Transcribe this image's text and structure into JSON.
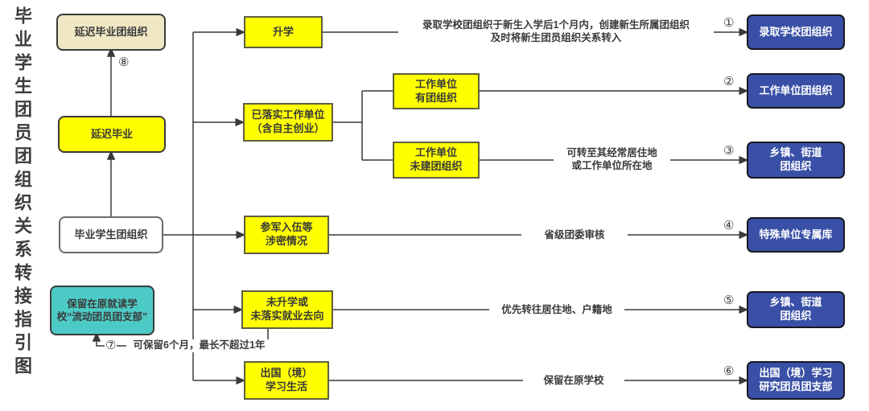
{
  "title": "毕业学生团员团组织关系转接指引图",
  "colors": {
    "yellow_box": "#FFFF00",
    "blue_box": "#3A50A6",
    "beige_box": "#F0E7C4",
    "cyan_box": "#4CCBC6",
    "line": "#3a3a3a",
    "box_text_dark": "#3a3a3a",
    "box_text_light": "#ffffff"
  },
  "nodes": {
    "delayed_grad_org": {
      "lines": [
        "延迟毕业团组织"
      ]
    },
    "delayed_grad": {
      "lines": [
        "延迟毕业"
      ]
    },
    "grad_student_org": {
      "lines": [
        "毕业学生团组织"
      ]
    },
    "retain_school": {
      "lines": [
        "保留在原就读学",
        "校“流动团员团支部”"
      ]
    },
    "shengxue": {
      "lines": [
        "升学"
      ]
    },
    "work_settled": {
      "lines": [
        "已落实工作单位",
        "（含自主创业）"
      ]
    },
    "work_has_org": {
      "lines": [
        "工作单位",
        "有团组织"
      ]
    },
    "work_no_org": {
      "lines": [
        "工作单位",
        "未建团组织"
      ]
    },
    "military": {
      "lines": [
        "参军入伍等",
        "涉密情况"
      ]
    },
    "no_job": {
      "lines": [
        "未升学或",
        "未落实就业去向"
      ]
    },
    "abroad": {
      "lines": [
        "出国（境）",
        "学习生活"
      ]
    },
    "dest1": {
      "lines": [
        "录取学校团组织"
      ]
    },
    "dest2": {
      "lines": [
        "工作单位团组织"
      ]
    },
    "dest3": {
      "lines": [
        "乡镇、街道",
        "团组织"
      ]
    },
    "dest4": {
      "lines": [
        "特殊单位专属库"
      ]
    },
    "dest5": {
      "lines": [
        "乡镇、街道",
        "团组织"
      ]
    },
    "dest6": {
      "lines": [
        "出国（境）学习",
        "研究团员团支部"
      ]
    }
  },
  "annotations": {
    "enroll": {
      "lines": [
        "录取学校团组织于新生入学后1个月内，创建新生所属团组织",
        "及时将新生团员组织关系转入"
      ]
    },
    "transfer_residence": {
      "lines": [
        "可转至其经常居住地",
        "或工作单位所在地"
      ]
    },
    "provincial_review": "省级团委审核",
    "priority_residence": "优先转往居住地、户籍地",
    "retain_original_school": "保留在原学校",
    "retain_6_months": "可保留6个月，最长不超过1年"
  },
  "markers": {
    "m1": "①",
    "m2": "②",
    "m3": "③",
    "m4": "④",
    "m5": "⑤",
    "m6": "⑥",
    "m7": "⑦",
    "m8": "⑧"
  }
}
